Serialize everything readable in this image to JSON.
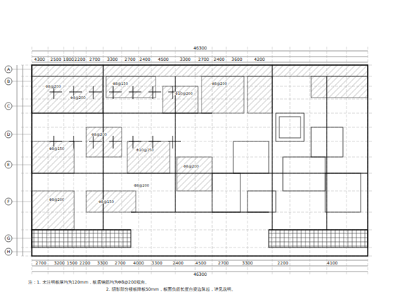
{
  "diagram": {
    "labels": [
      "46300",
      "4300",
      "2500",
      "1800",
      "2200",
      "2700",
      "3300",
      "2700",
      "2400",
      "4500",
      "3300",
      "2700",
      "2400",
      "3600",
      "4200",
      "2700",
      "3200",
      "1500",
      "2200",
      "3300",
      "2700",
      "4000",
      "3300",
      "2400",
      "4500",
      "2700",
      "3300",
      "2200",
      "4100",
      "46300",
      "A",
      "B",
      "C",
      "D",
      "E",
      "F",
      "G",
      "H",
      "Φ8@200",
      "Φ8@200",
      "Φ8@150",
      "Φ10@200",
      "Φ8@200",
      "Φ8@150",
      "Φ8@200",
      "Φ10@150",
      "Φ8@200",
      "Φ8@200",
      "Φ8@150",
      "Φ8@200",
      "注：1. 未注明板厚均为120mm，板底钢筋均为Φ8@200双向。",
      "2. 阴影部分楼板降板50mm，板面负筋长度自梁边算起，详见说明。"
    ]
  }
}
